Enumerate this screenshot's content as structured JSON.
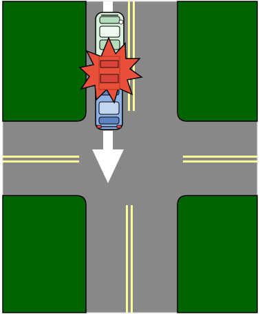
{
  "scene": {
    "type": "intersection-collision-diagram",
    "colors": {
      "grass": "#006400",
      "road": "#888888",
      "lane_marking": "#ffff99",
      "arrow": "#ffffff",
      "impact_burst": "#e8503a",
      "vehicle_a": "#d9f2dc",
      "vehicle_b": "#8fb2e6",
      "outline": "#000000"
    },
    "icons": {
      "direction_arrow": "arrow-down-icon",
      "impact": "collision-burst-icon",
      "vehicle_a": "car-topdown-icon",
      "vehicle_b": "car-topdown-icon"
    },
    "vehicle_a_heading": "down",
    "vehicle_b_heading": "up",
    "arrow_direction": "down"
  }
}
